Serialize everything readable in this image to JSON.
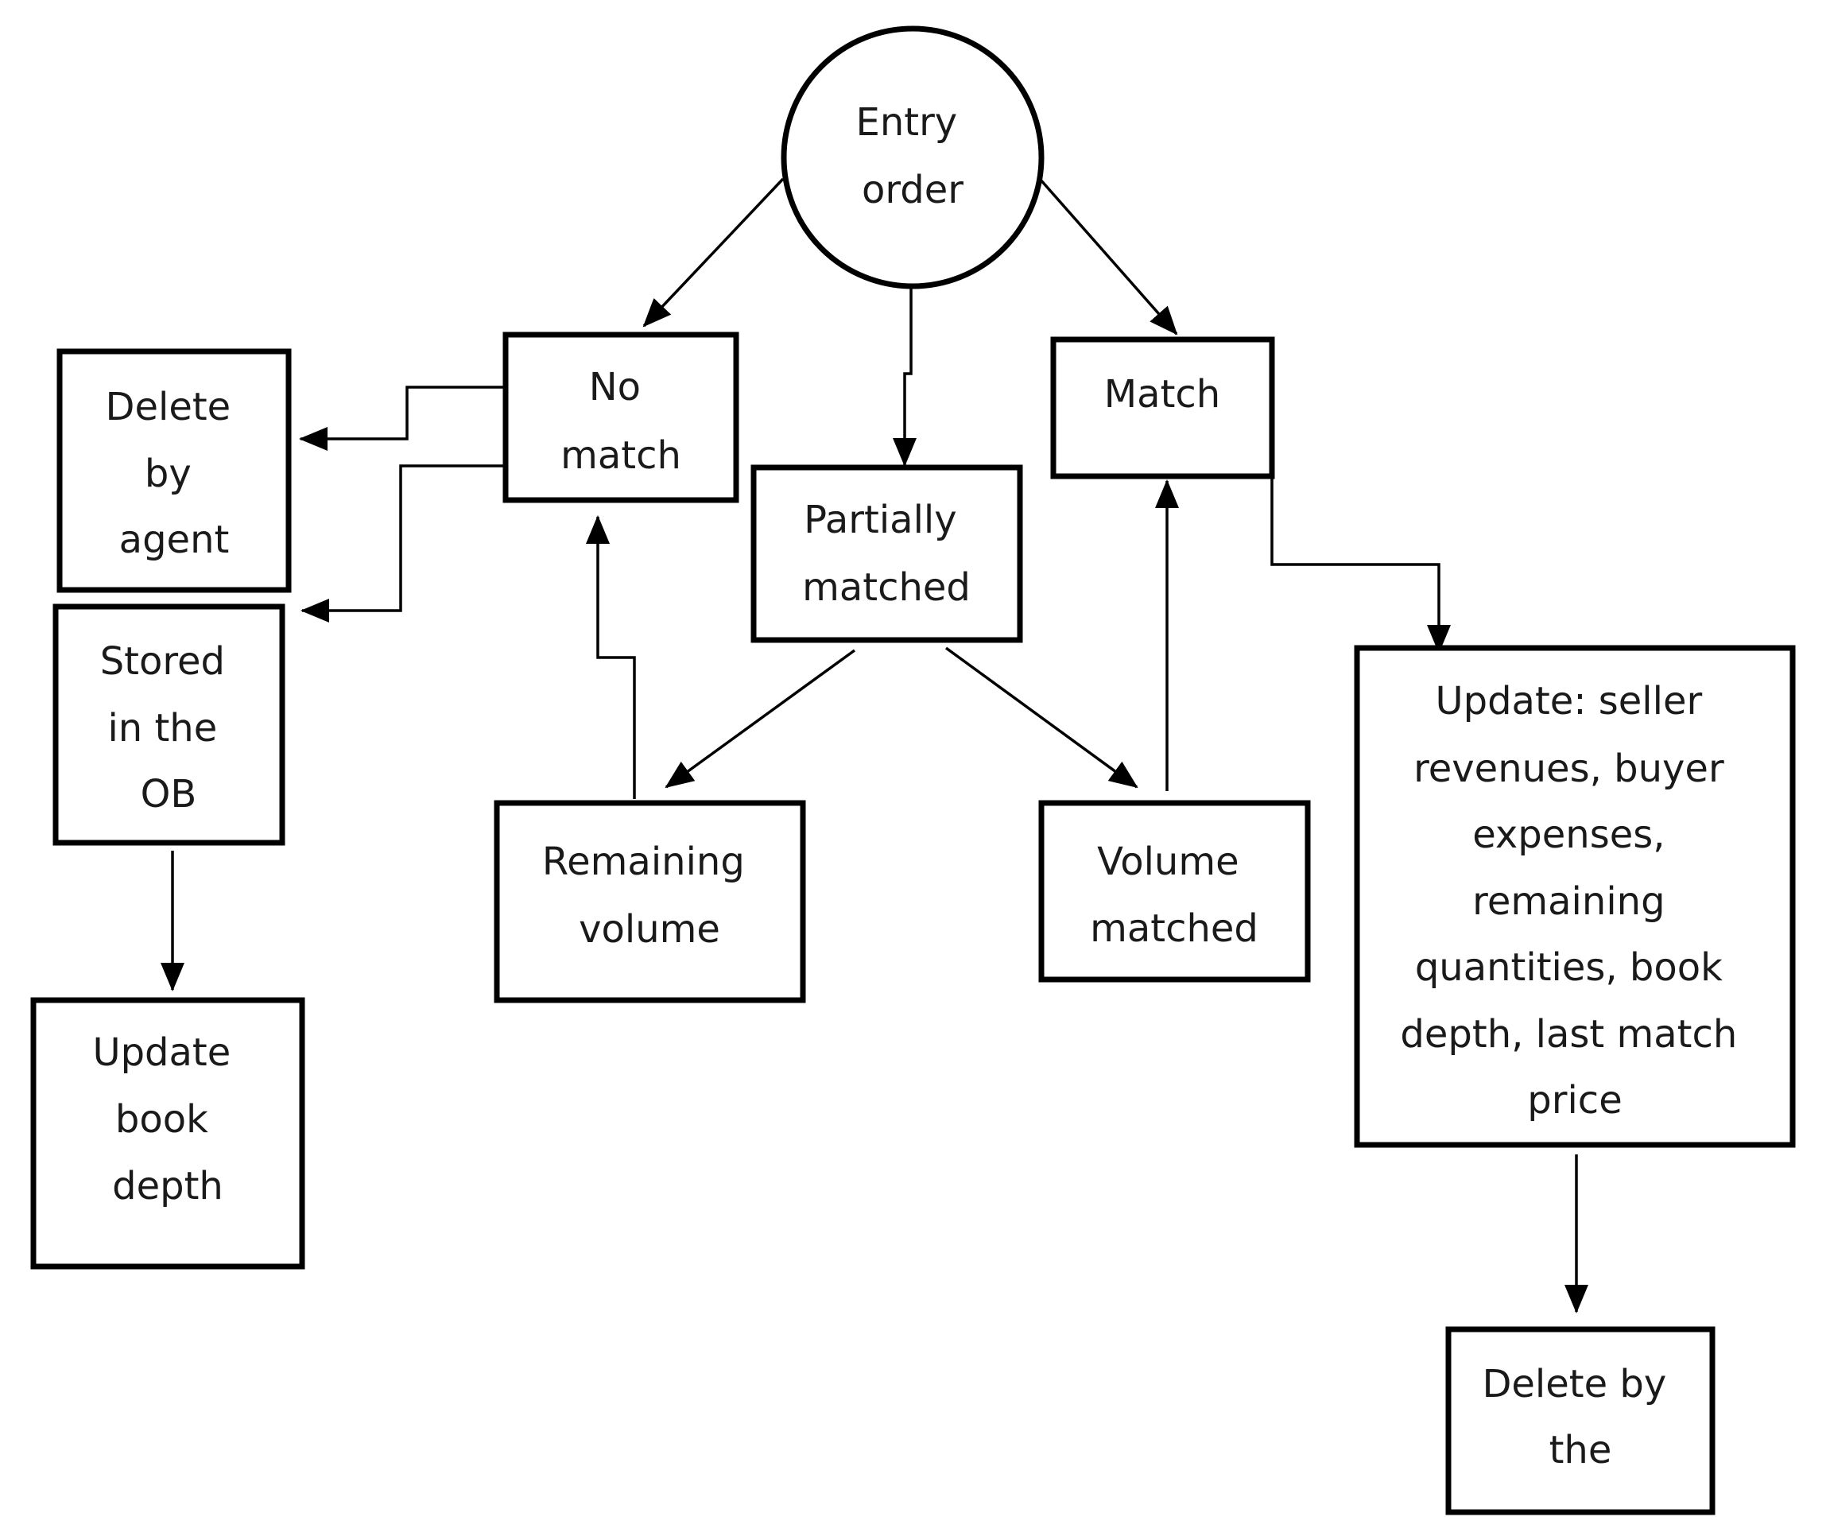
{
  "diagram": {
    "nodes": {
      "entry_order": {
        "lines": [
          "Entry",
          "order"
        ]
      },
      "no_match": {
        "lines": [
          "No",
          "match"
        ]
      },
      "partially_matched": {
        "lines": [
          "Partially",
          "matched"
        ]
      },
      "match": {
        "lines": [
          "Match"
        ]
      },
      "delete_by_agent": {
        "lines": [
          "Delete",
          "by",
          "agent"
        ]
      },
      "stored_in_ob": {
        "lines": [
          "Stored",
          "in the",
          "OB"
        ]
      },
      "update_book_depth": {
        "lines": [
          "Update",
          "book",
          "depth"
        ]
      },
      "remaining_volume": {
        "lines": [
          "Remaining",
          "volume"
        ]
      },
      "volume_matched": {
        "lines": [
          "Volume",
          "matched"
        ]
      },
      "update_summary": {
        "lines": [
          "Update: seller",
          "revenues, buyer",
          "expenses,",
          "remaining",
          "quantities, book",
          "depth, last match",
          "price"
        ]
      },
      "delete_by_the": {
        "lines": [
          "Delete by",
          "the"
        ]
      }
    }
  },
  "colors": {
    "stroke": "#000000",
    "text": "#1a1a1a",
    "background": "#ffffff"
  }
}
